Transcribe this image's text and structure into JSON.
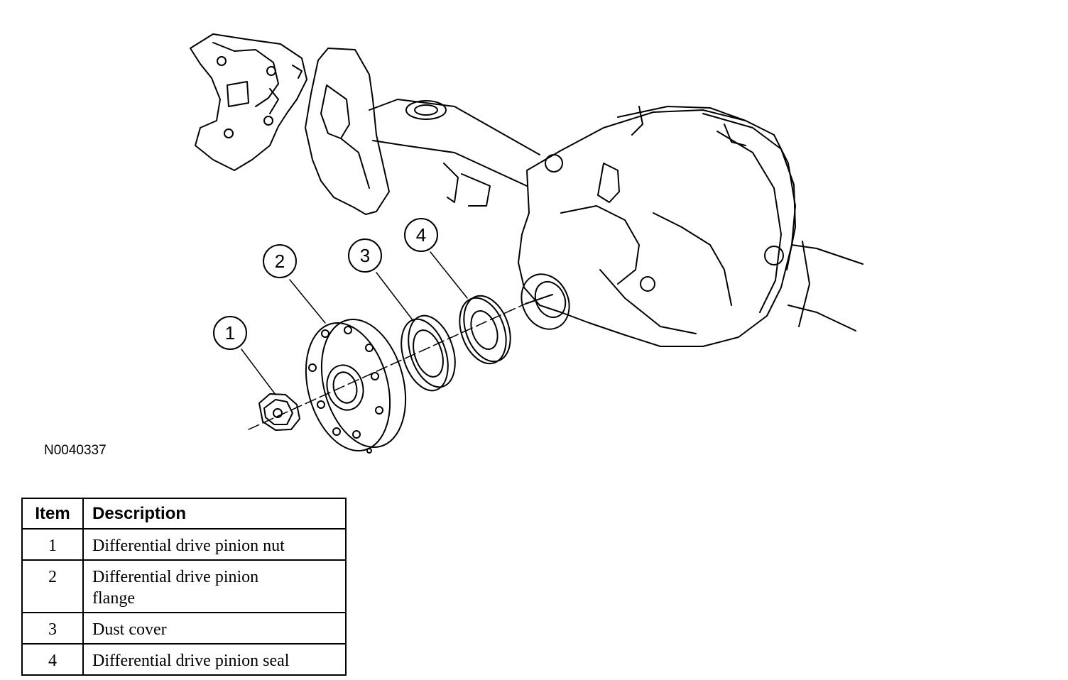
{
  "figure": {
    "id": "N0040337",
    "callouts": [
      "1",
      "2",
      "3",
      "4"
    ]
  },
  "table": {
    "headers": {
      "item": "Item",
      "description": "Description"
    },
    "rows": [
      {
        "item": "1",
        "description": "Differential drive pinion nut"
      },
      {
        "item": "2",
        "description": "Differential drive pinion flange"
      },
      {
        "item": "3",
        "description": "Dust cover"
      },
      {
        "item": "4",
        "description": "Differential drive pinion seal"
      }
    ]
  }
}
